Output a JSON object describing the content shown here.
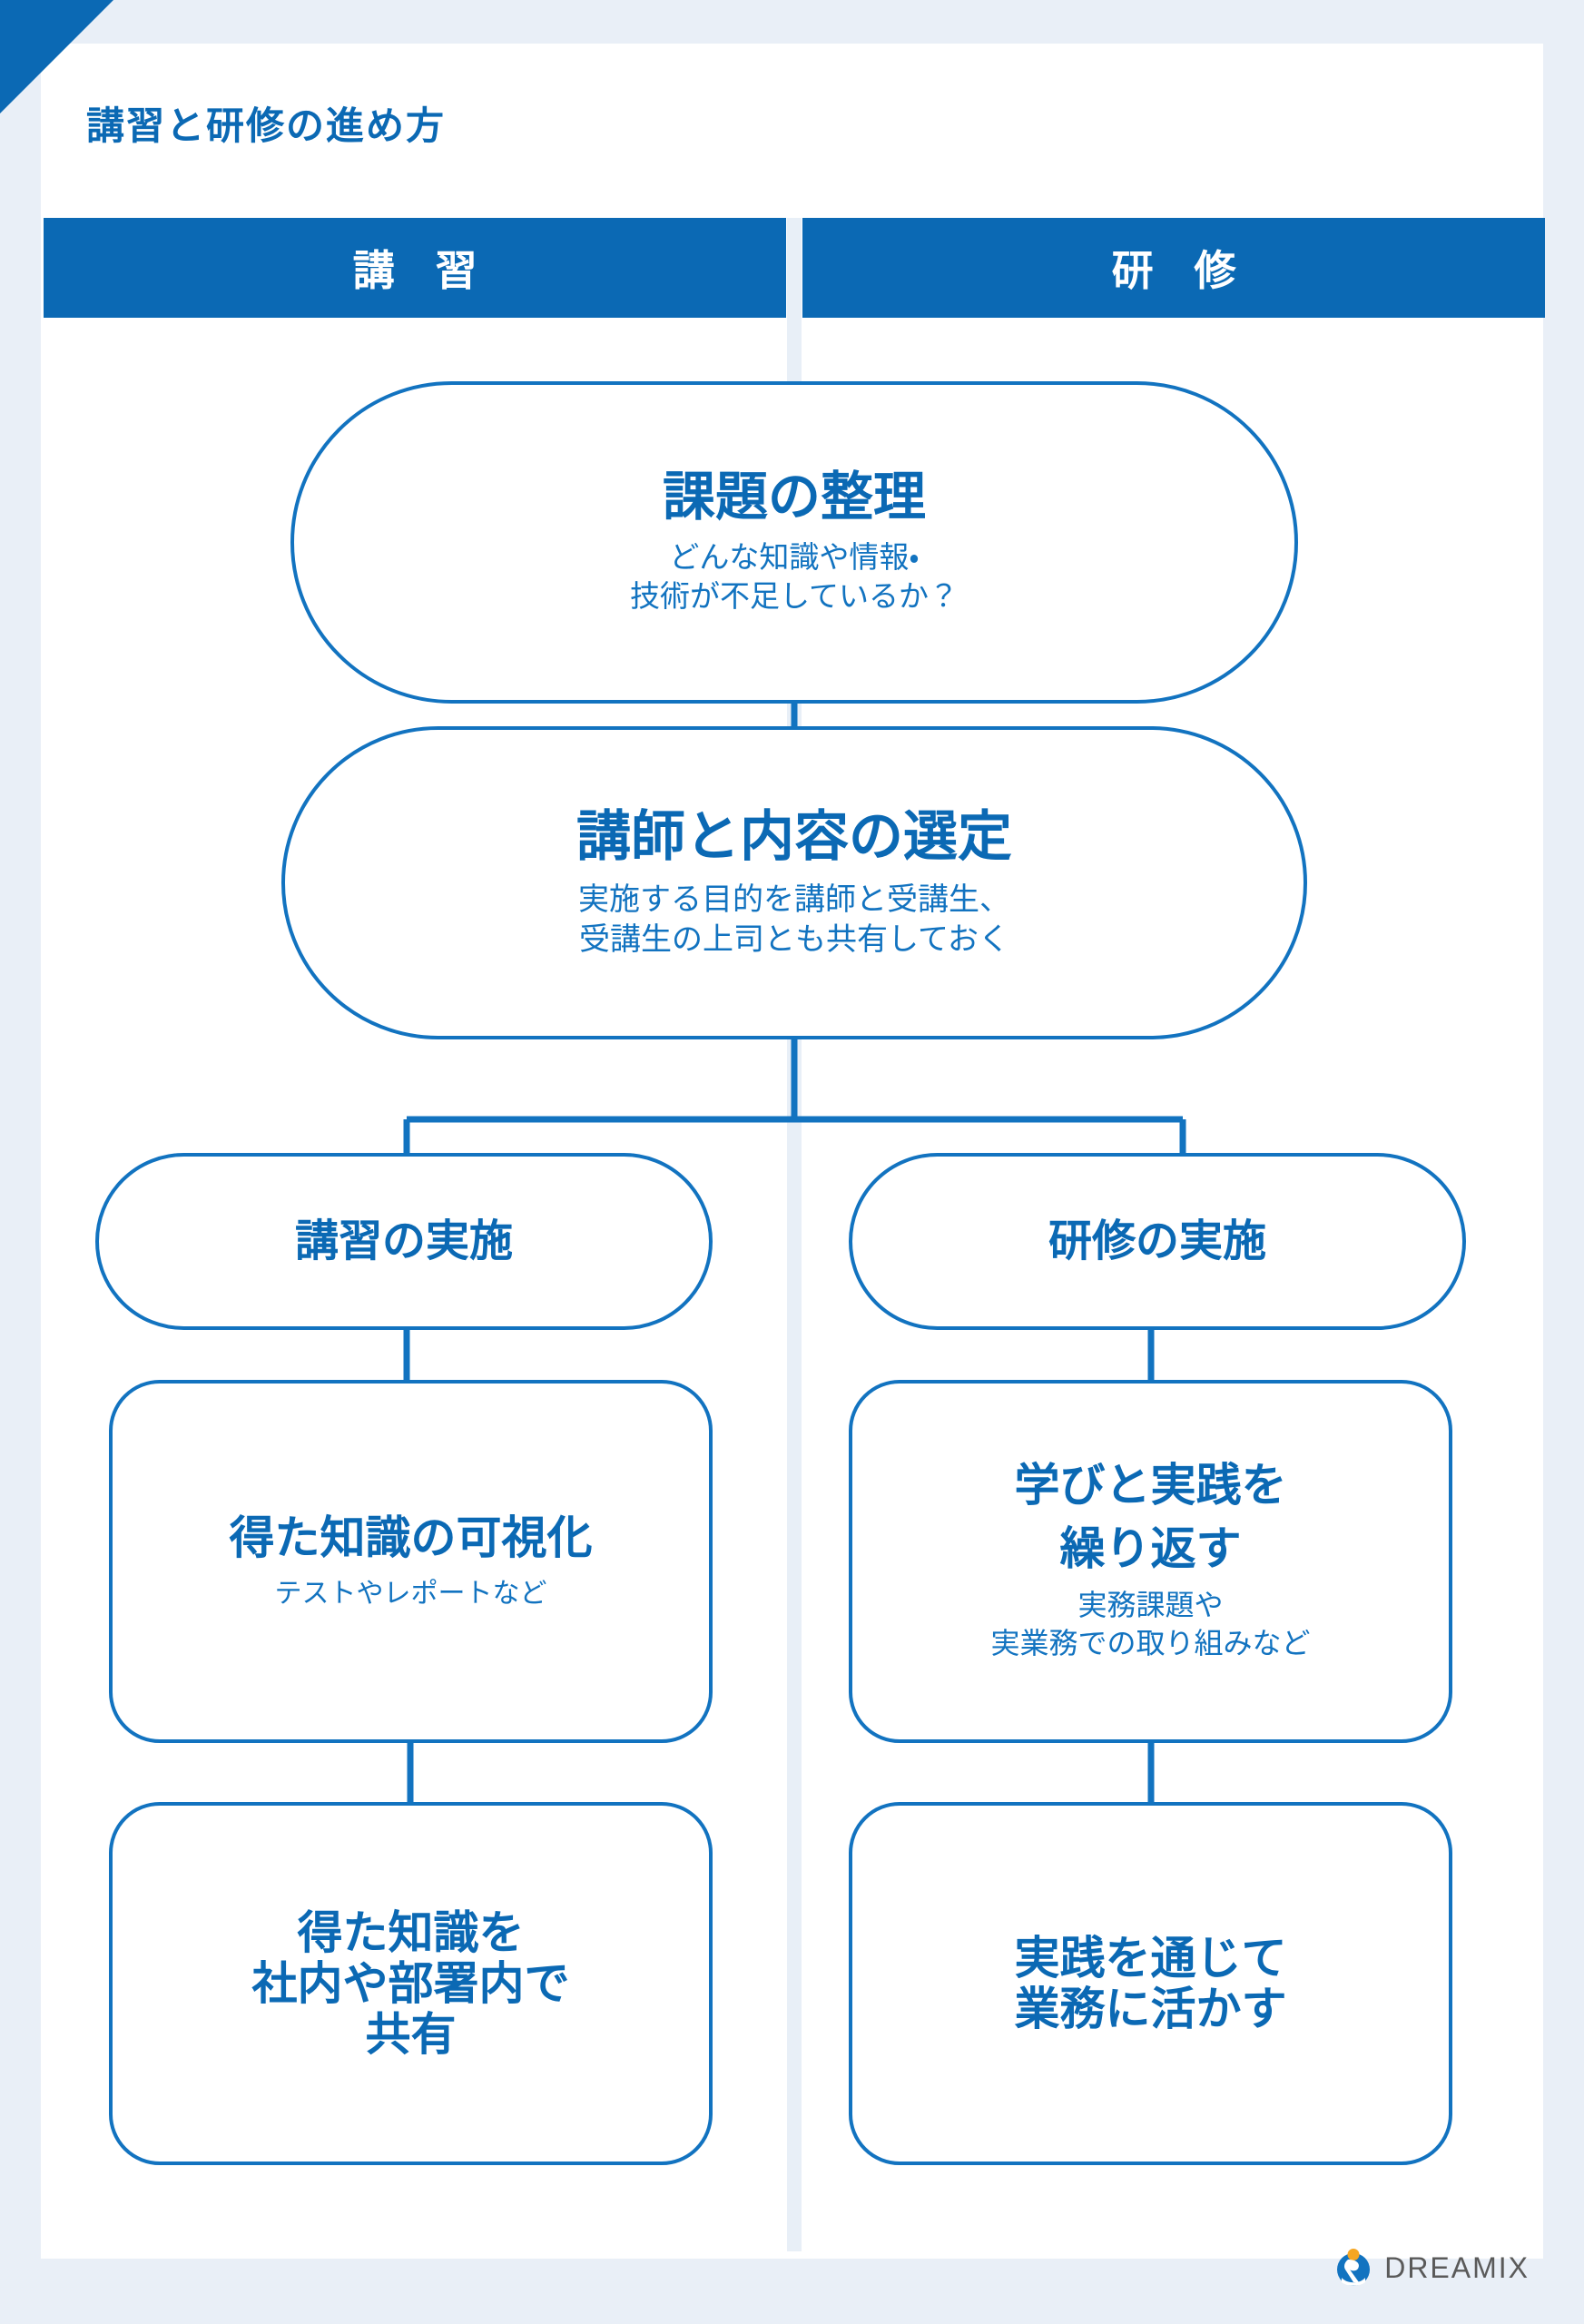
{
  "page": {
    "title": "講習と研修の進め方",
    "accent_color": "#0B69B4",
    "line_color": "#1273C0",
    "background_color": "#e9eff7",
    "card_color": "#ffffff"
  },
  "columns": [
    {
      "id": "koshu",
      "label": "講 習"
    },
    {
      "id": "kenshu",
      "label": "研 修"
    }
  ],
  "nodes": {
    "issue": {
      "title": "課題の整理",
      "sub_line1": "どんな知識や情報・",
      "sub_line2": "技術が不足しているか？"
    },
    "select": {
      "title": "講師と内容の選定",
      "sub_line1": "実施する目的を講師と受講生、",
      "sub_line2": "受講生の上司とも共有しておく"
    },
    "do_koshu": {
      "title": "講習の実施"
    },
    "do_kenshu": {
      "title": "研修の実施"
    },
    "visualize": {
      "title": "得た知識の可視化",
      "sub_line1": "テストやレポートなど"
    },
    "repeat": {
      "title_line1": "学びと実践を",
      "title_line2": "繰り返す",
      "sub_line1": "実務課題や",
      "sub_line2": "実業務での取り組みなど"
    },
    "share": {
      "title_line1": "得た知識を",
      "title_line2": "社内や部署内で",
      "title_line3": "共有"
    },
    "apply": {
      "title_line1": "実践を通じて",
      "title_line2": "業務に活かす"
    }
  },
  "footer": {
    "brand": "DREAMIX",
    "mark_circle_color": "#1273C0",
    "mark_dot_color": "#F5A623"
  }
}
